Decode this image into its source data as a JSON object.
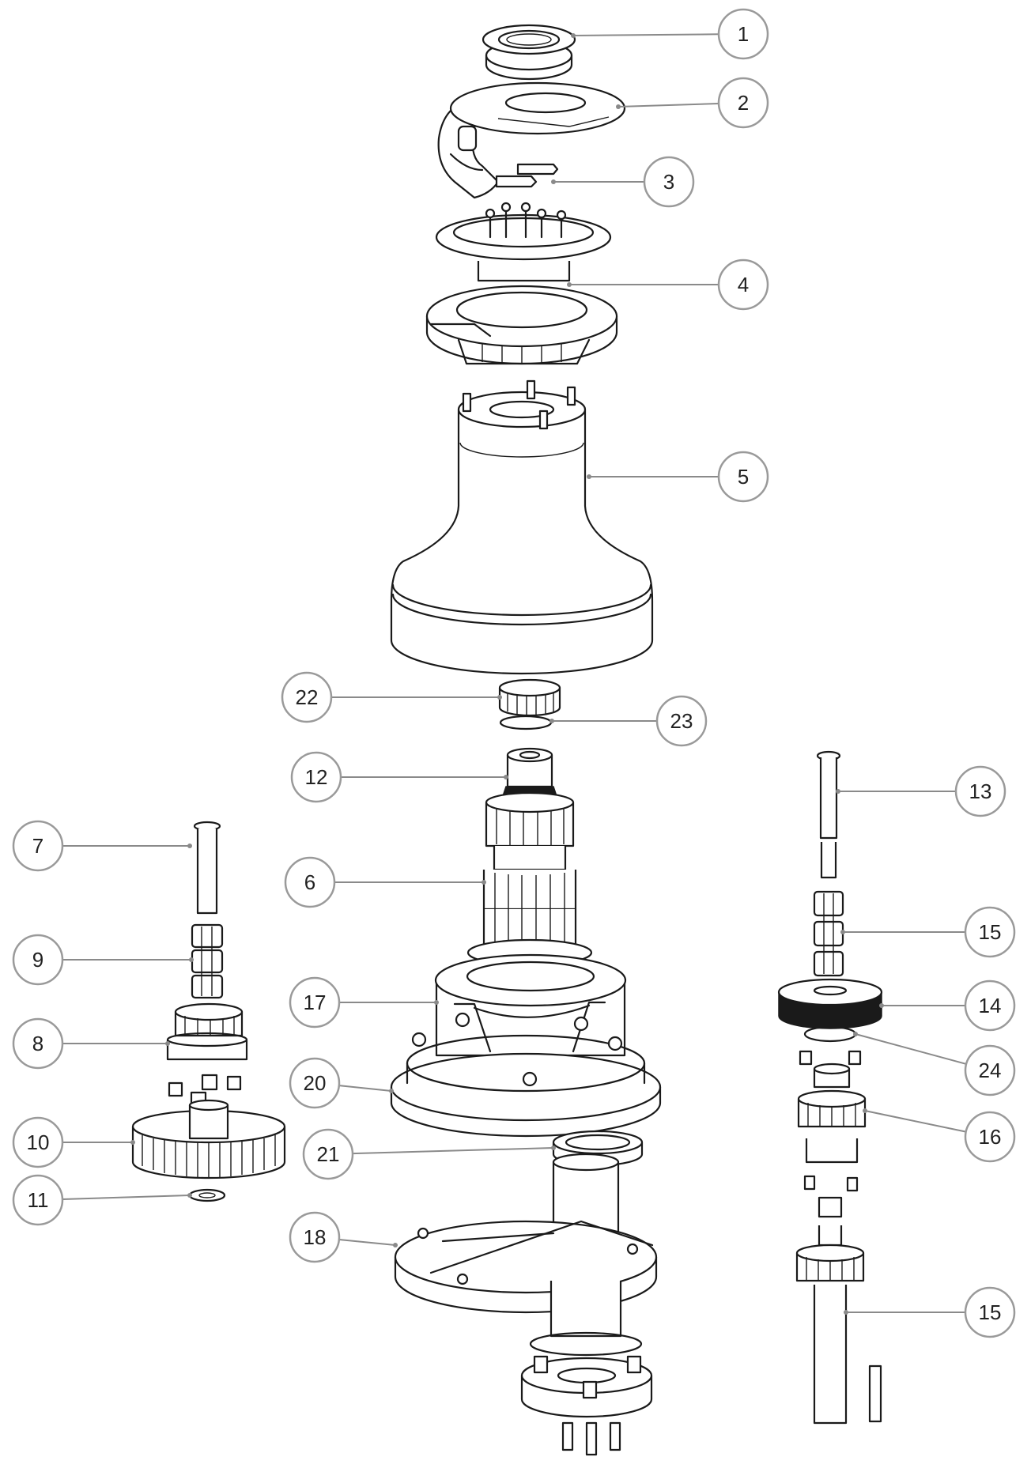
{
  "callouts": [
    {
      "id": "c1",
      "label": "1"
    },
    {
      "id": "c2",
      "label": "2"
    },
    {
      "id": "c3",
      "label": "3"
    },
    {
      "id": "c4",
      "label": "4"
    },
    {
      "id": "c5",
      "label": "5"
    },
    {
      "id": "c22",
      "label": "22"
    },
    {
      "id": "c23",
      "label": "23"
    },
    {
      "id": "c12",
      "label": "12"
    },
    {
      "id": "c13",
      "label": "13"
    },
    {
      "id": "c7",
      "label": "7"
    },
    {
      "id": "c6",
      "label": "6"
    },
    {
      "id": "c15a",
      "label": "15"
    },
    {
      "id": "c9",
      "label": "9"
    },
    {
      "id": "c17",
      "label": "17"
    },
    {
      "id": "c14",
      "label": "14"
    },
    {
      "id": "c8",
      "label": "8"
    },
    {
      "id": "c24",
      "label": "24"
    },
    {
      "id": "c20",
      "label": "20"
    },
    {
      "id": "c16",
      "label": "16"
    },
    {
      "id": "c10",
      "label": "10"
    },
    {
      "id": "c21",
      "label": "21"
    },
    {
      "id": "c11",
      "label": "11"
    },
    {
      "id": "c18",
      "label": "18"
    },
    {
      "id": "c15b",
      "label": "15"
    }
  ],
  "colors": {
    "stroke": "#1a1a1a",
    "leader": "#8a8a8a",
    "callout_border": "#9a9a9a",
    "background": "#ffffff"
  }
}
